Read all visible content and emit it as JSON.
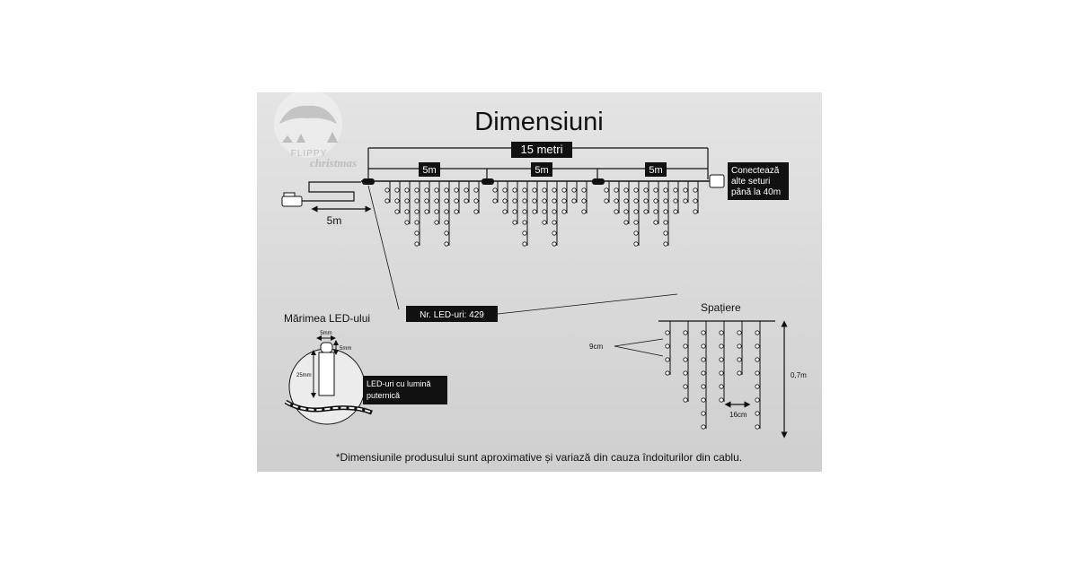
{
  "logo": {
    "line1": "FLIPPY",
    "line2": "christmas"
  },
  "title": "Dimensiuni",
  "total_length": "15 metri",
  "segments": [
    "5m",
    "5m",
    "5m"
  ],
  "supply_cable": "5m",
  "connect_note": [
    "Conectează",
    "alte seturi",
    "până la 40m"
  ],
  "led_count": "Nr. LED-uri: 429",
  "led_size": {
    "title": "Mărimea LED-ului",
    "width": "5mm",
    "depth": "5mm",
    "height": "25mm",
    "note": [
      "LED-uri cu lumină",
      "puternică"
    ]
  },
  "spacing": {
    "title": "Spațiere",
    "vertical": "9cm",
    "horizontal": "16cm",
    "drop": "0,7m"
  },
  "footnote": "*Dimensiunile produsului sunt aproximative și variază din cauza îndoiturilor din cablu.",
  "colors": {
    "panel": "#d9d9d9",
    "ink": "#111111",
    "label_bg": "#111111",
    "label_fg": "#ffffff"
  }
}
